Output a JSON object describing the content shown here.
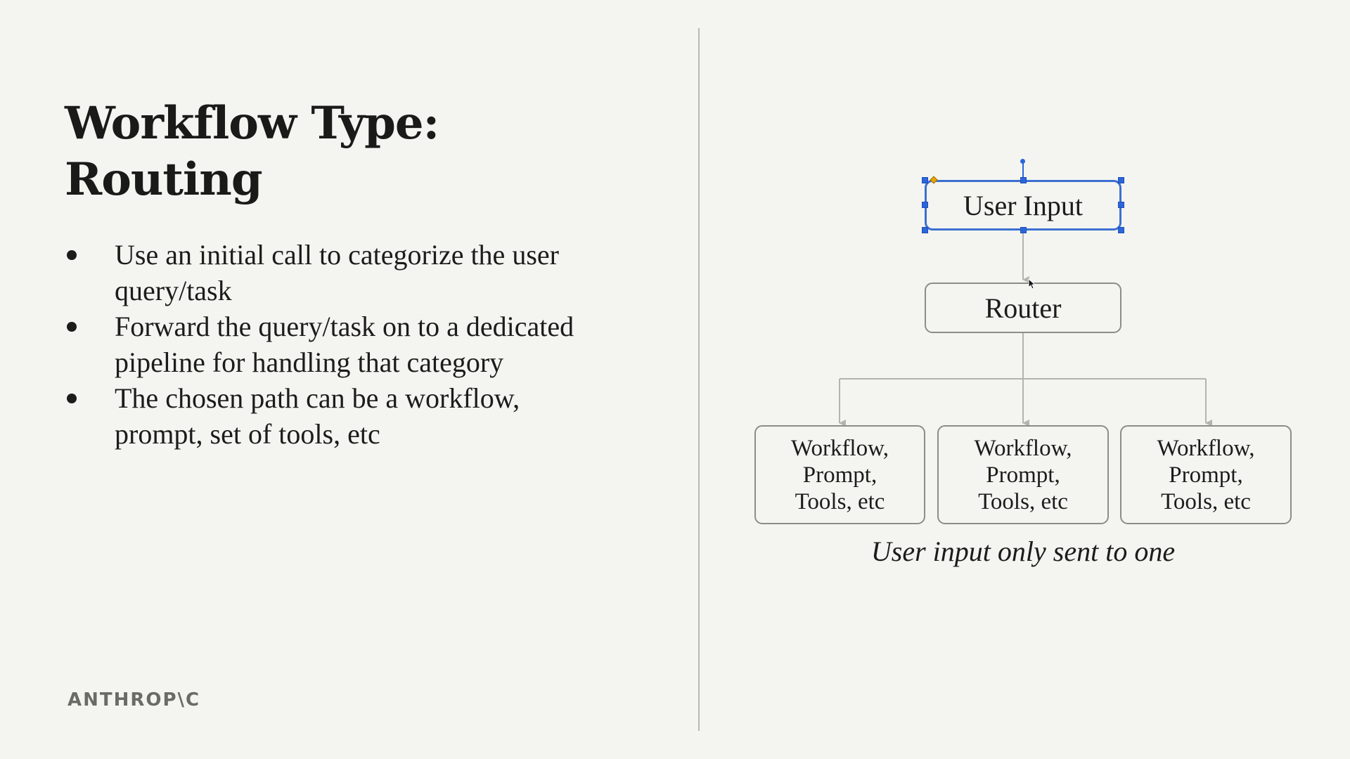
{
  "title": {
    "line1": "Workflow Type:",
    "line2": "Routing"
  },
  "bullets": [
    {
      "line1": "Use an initial call to categorize the user",
      "line2": "query/task"
    },
    {
      "line1": "Forward the query/task on to a dedicated",
      "line2": "pipeline for handling that category"
    },
    {
      "line1": "The chosen path can be a workflow,",
      "line2": "prompt, set of tools, etc"
    }
  ],
  "diagram": {
    "user_input": "User Input",
    "router": "Router",
    "branches": [
      {
        "l1": "Workflow,",
        "l2": "Prompt,",
        "l3": "Tools, etc"
      },
      {
        "l1": "Workflow,",
        "l2": "Prompt,",
        "l3": "Tools, etc"
      },
      {
        "l1": "Workflow,",
        "l2": "Prompt,",
        "l3": "Tools, etc"
      }
    ],
    "caption": "User input only sent to one"
  },
  "logo": "ANTHROP\\C",
  "colors": {
    "background": "#f4f5f1",
    "text": "#1c1c1a",
    "node_border": "#8c8d88",
    "connector": "#b3b4ae",
    "selection": "#2b66d9"
  }
}
